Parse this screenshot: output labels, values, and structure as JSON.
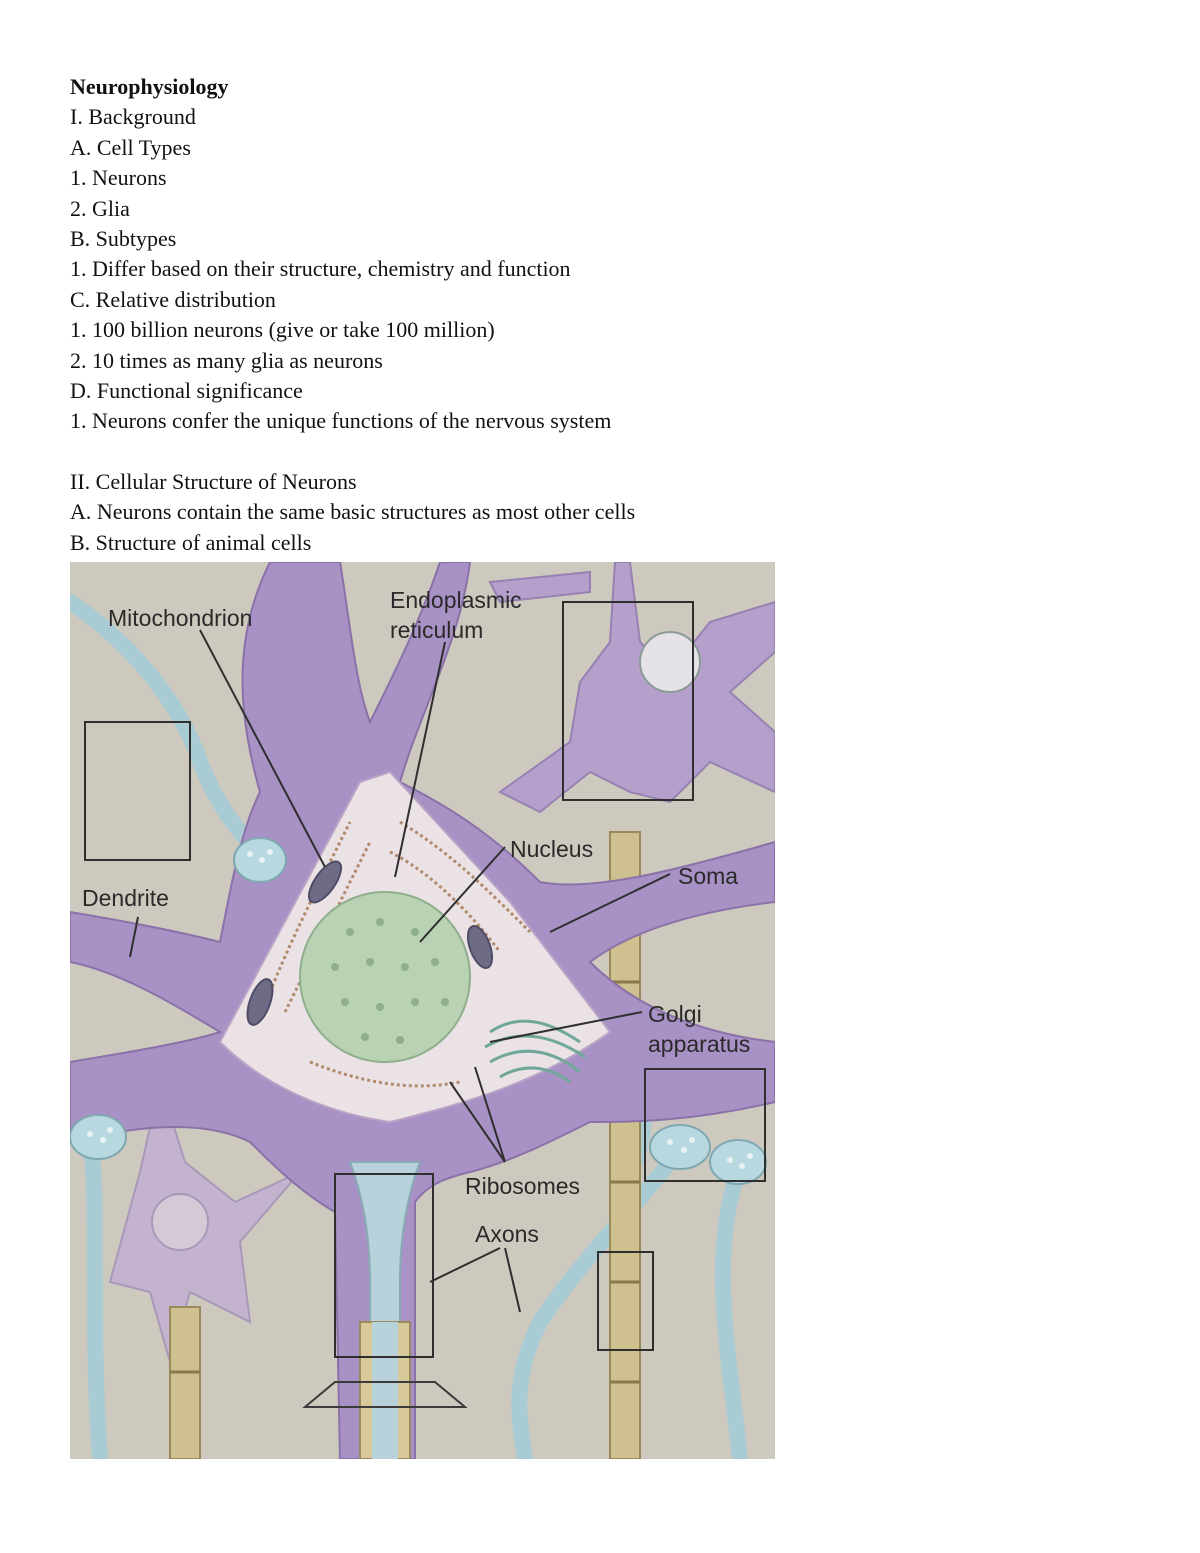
{
  "document": {
    "title": "Neurophysiology",
    "lines": [
      "I. Background",
      "A. Cell Types",
      "1. Neurons",
      "2. Glia",
      "B. Subtypes",
      "1. Differ based on their structure, chemistry and function",
      "C. Relative distribution",
      "1. 100 billion neurons (give or take 100 million)",
      "2. 10 times as many glia as neurons",
      "D. Functional significance",
      "1. Neurons confer the unique functions of the nervous system"
    ],
    "section2": [
      "II. Cellular Structure of Neurons",
      "A. Neurons contain the same basic structures as most other cells",
      "B. Structure of animal cells"
    ]
  },
  "figure": {
    "labels": {
      "mitochondrion": "Mitochondrion",
      "er_line1": "Endoplasmic",
      "er_line2": "reticulum",
      "nucleus": "Nucleus",
      "soma": "Soma",
      "dendrite": "Dendrite",
      "golgi_line1": "Golgi",
      "golgi_line2": "apparatus",
      "ribosomes": "Ribosomes",
      "axons": "Axons"
    },
    "colors": {
      "background": "#cdc9bf",
      "neuron_purple": "#a891c4",
      "soma_interior": "#ebe2e6",
      "nucleus_green": "#b9d2b4",
      "axon_blue": "#a9cbd3",
      "myelin": "#cfc08f"
    }
  }
}
